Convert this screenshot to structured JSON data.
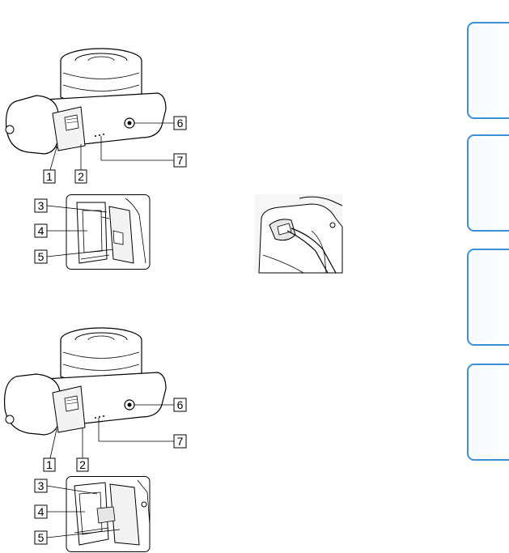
{
  "callouts_top": [
    "1",
    "2",
    "3",
    "4",
    "5",
    "6",
    "7"
  ],
  "callouts_bottom": [
    "1",
    "2",
    "3",
    "4",
    "5",
    "6",
    "7"
  ],
  "side_tabs": [
    {
      "label": ""
    },
    {
      "label": ""
    },
    {
      "label": ""
    },
    {
      "label": ""
    }
  ],
  "colors": {
    "accent": "#3b8fd6",
    "line": "#000000",
    "background": "#ffffff"
  }
}
